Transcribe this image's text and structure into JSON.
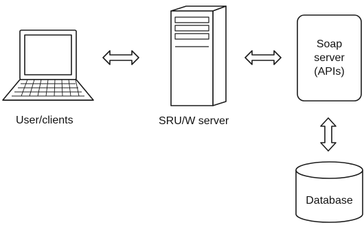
{
  "nodes": {
    "client": {
      "label": "User/clients",
      "icon": "laptop-icon"
    },
    "sru": {
      "label": "SRU/W server",
      "icon": "server-tower-icon"
    },
    "soap": {
      "label": "Soap\nserver\n(APIs)",
      "shape": "rounded-rectangle"
    },
    "database": {
      "label": "Database",
      "icon": "database-cylinder-icon"
    }
  },
  "connections": [
    {
      "from": "client",
      "to": "sru",
      "type": "bidirectional-arrow"
    },
    {
      "from": "sru",
      "to": "soap",
      "type": "bidirectional-arrow"
    },
    {
      "from": "soap",
      "to": "database",
      "type": "bidirectional-arrow"
    }
  ],
  "colors": {
    "stroke": "#1a1a1a",
    "fill": "#ffffff",
    "text": "#111111"
  }
}
